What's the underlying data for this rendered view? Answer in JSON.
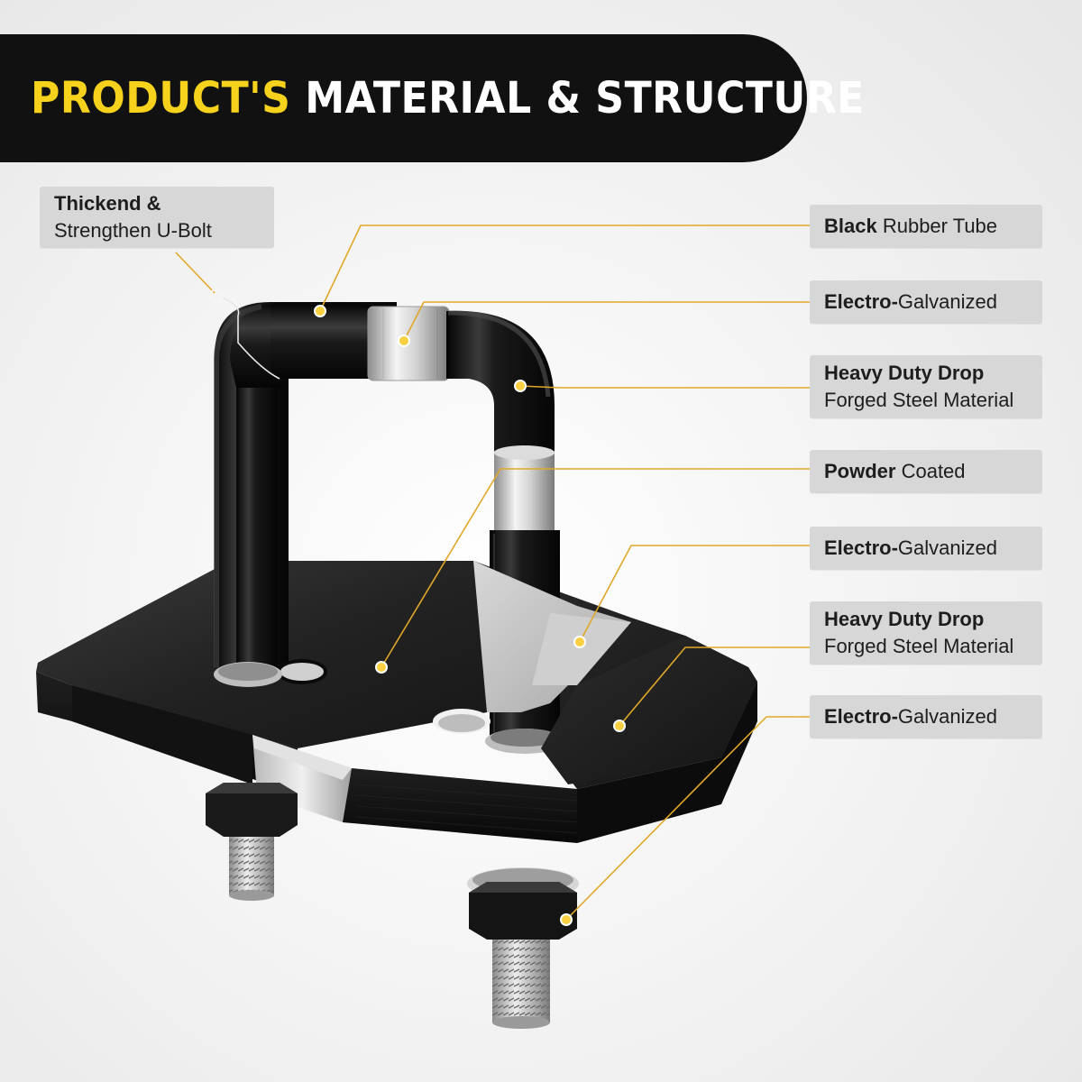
{
  "banner": {
    "highlight": "PRODUCT'S",
    "rest": "MATERIAL & STRUCTURE",
    "highlight_color": "#f6d21c",
    "background_color": "#111111"
  },
  "labels": {
    "left_u_bolt": {
      "line1": "Thickend &",
      "line2": "Strengthen U-Bolt"
    },
    "right": [
      {
        "bold": "Black",
        "rest": " Rubber Tube"
      },
      {
        "bold": "Electro-",
        "rest": "Galvanized"
      },
      {
        "bold": "Heavy Duty Drop",
        "rest": "Forged Steel Material"
      },
      {
        "bold": "Powder",
        "rest": " Coated"
      },
      {
        "bold": "Electro-",
        "rest": "Galvanized"
      },
      {
        "bold": "Heavy Duty Drop",
        "rest": "Forged Steel Material"
      },
      {
        "bold": "Electro-",
        "rest": "Galvanized"
      }
    ]
  },
  "colors": {
    "leader_line": "#e0a828",
    "label_background": "#d7d7d7",
    "steel_black": "#141414",
    "galvanized_silver": "#c8c8c8"
  },
  "icons": {
    "product": "hitch-tightener-illustration"
  }
}
